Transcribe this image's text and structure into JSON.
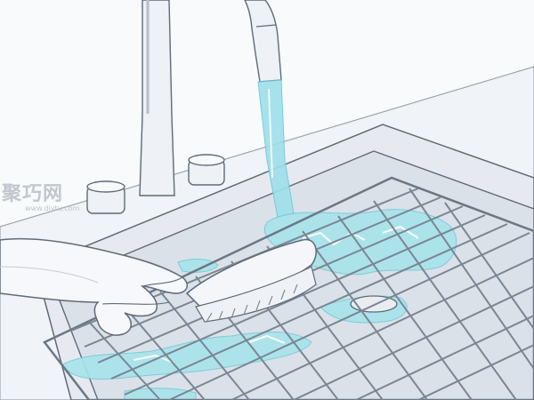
{
  "image": {
    "subject": "hand scrubbing sink grid",
    "style": "line illustration"
  },
  "watermark": {
    "chinese_text": "聚巧网",
    "url_text": "www.diytu.com"
  },
  "colors": {
    "outline": "#5f6b78",
    "water": "#9ee0ea",
    "metal": "#e3e8ef",
    "wall": "#f3f5f8",
    "skin": "#f4f6f9"
  }
}
